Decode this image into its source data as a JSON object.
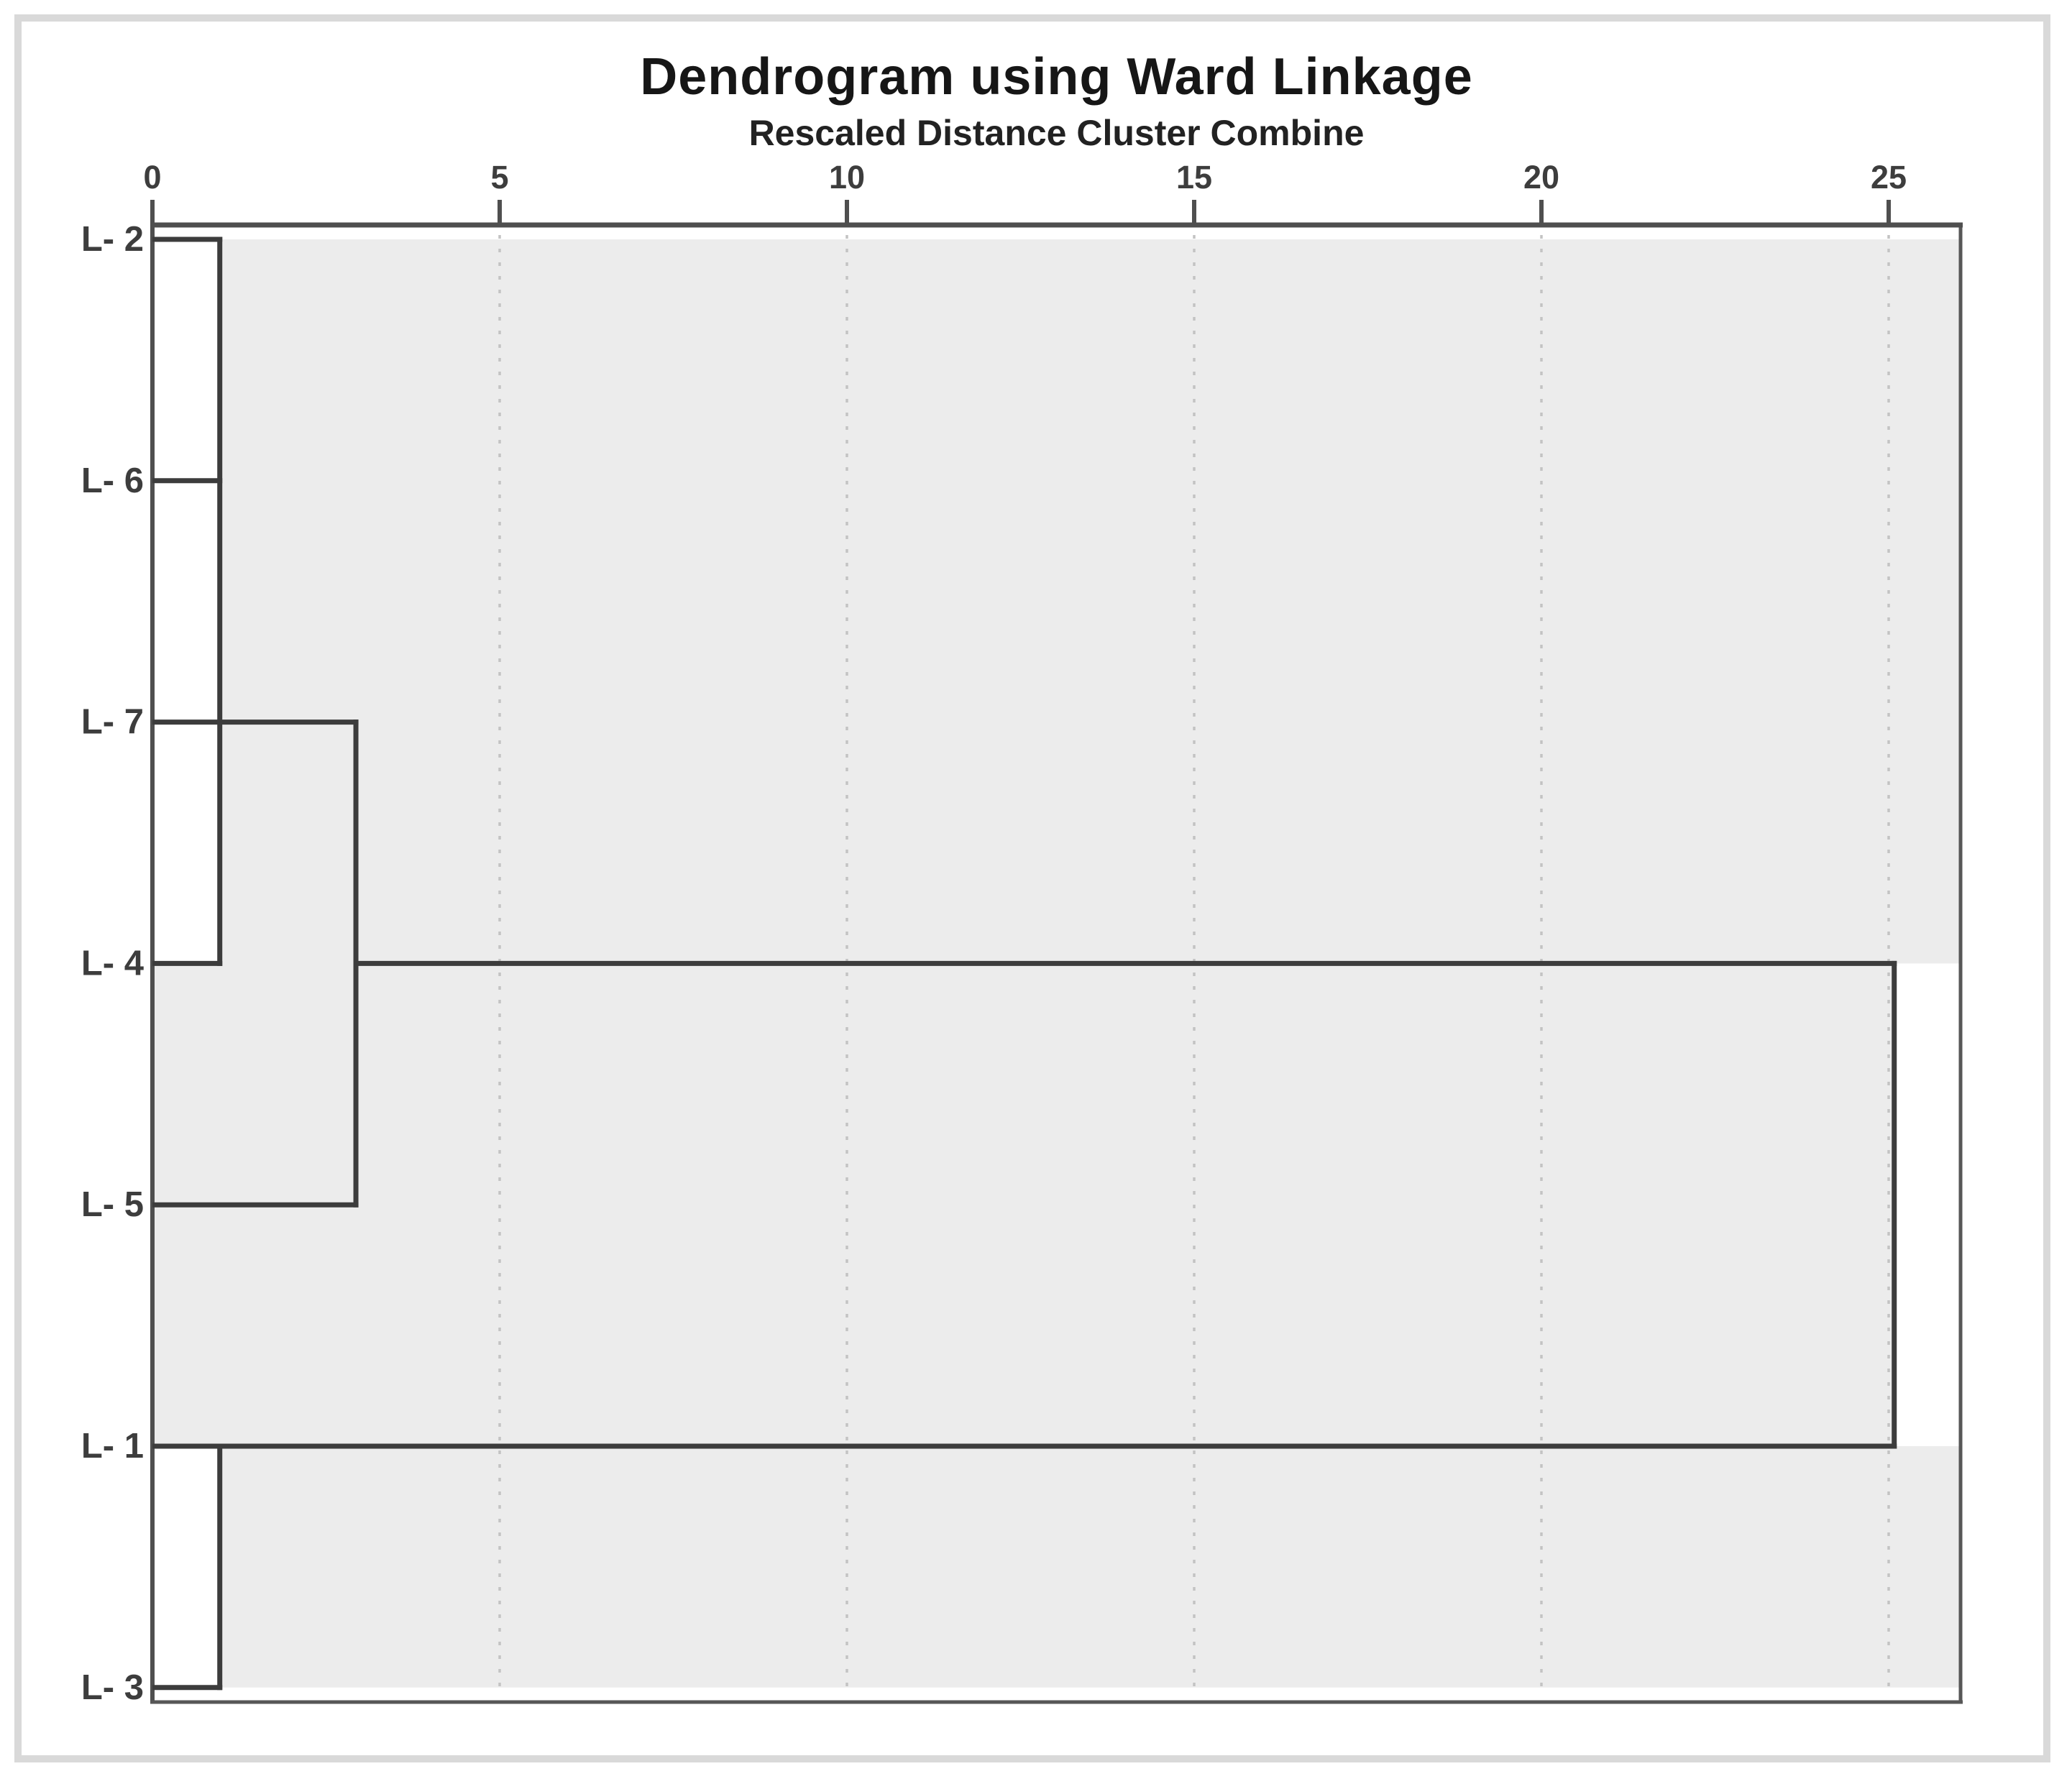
{
  "chart_data": {
    "type": "dendrogram",
    "title": "Dendrogram using Ward Linkage",
    "subtitle": "Rescaled Distance Cluster Combine",
    "orientation": "horizontal",
    "axis": {
      "position": "top",
      "min": 0,
      "max": 26,
      "ticks": [
        0,
        5,
        10,
        15,
        20,
        25
      ],
      "gridlines": "dotted"
    },
    "leaves": [
      {
        "id": "L-2",
        "label": "L- 2",
        "row": 0
      },
      {
        "id": "L-6",
        "label": "L- 6",
        "row": 1
      },
      {
        "id": "L-7",
        "label": "L- 7",
        "row": 2
      },
      {
        "id": "L-4",
        "label": "L- 4",
        "row": 3
      },
      {
        "id": "L-5",
        "label": "L- 5",
        "row": 4
      },
      {
        "id": "L-1",
        "label": "L- 1",
        "row": 5
      },
      {
        "id": "L-3",
        "label": "L- 3",
        "row": 6
      }
    ],
    "merges": [
      {
        "clusters": [
          "L-2",
          "L-6"
        ],
        "rescaled_distance": 1
      },
      {
        "clusters": [
          "L-2,L-6",
          "L-4"
        ],
        "rescaled_distance": 1
      },
      {
        "clusters": [
          "L-1",
          "L-3"
        ],
        "rescaled_distance": 1
      },
      {
        "clusters": [
          "L-2,L-6,L-4",
          "L-7"
        ],
        "rescaled_distance": 3
      },
      {
        "clusters": [
          "L-2,L-6,L-4,L-7",
          "L-5"
        ],
        "rescaled_distance": 3
      },
      {
        "clusters": [
          "L-2,L-6,L-4,L-7,L-5",
          "L-1,L-3"
        ],
        "rescaled_distance": 25
      }
    ],
    "segments": [
      {
        "kind": "h",
        "row": 0,
        "from": 0,
        "to": 0.97
      },
      {
        "kind": "h",
        "row": 1,
        "from": 0,
        "to": 0.97
      },
      {
        "kind": "v",
        "at": 0.97,
        "fromRow": 0,
        "toRow": 3
      },
      {
        "kind": "h",
        "row": 2,
        "from": 0,
        "to": 2.93
      },
      {
        "kind": "h",
        "row": 3,
        "from": 0,
        "to": 0.97
      },
      {
        "kind": "v",
        "at": 2.93,
        "fromRow": 2,
        "toRow": 4
      },
      {
        "kind": "h",
        "row": 4,
        "from": 0,
        "to": 2.93
      },
      {
        "kind": "h",
        "row": 3,
        "from": 2.93,
        "to": 25.08
      },
      {
        "kind": "h",
        "row": 5,
        "from": 0,
        "to": 25.08
      },
      {
        "kind": "v",
        "at": 0.97,
        "fromRow": 5,
        "toRow": 6
      },
      {
        "kind": "h",
        "row": 6,
        "from": 0,
        "to": 0.97
      },
      {
        "kind": "v",
        "at": 25.08,
        "fromRow": 3,
        "toRow": 5
      }
    ],
    "white_regions": [
      {
        "x1": 0,
        "x2": 0.97,
        "row1": 0,
        "row2": 3
      },
      {
        "x1": 0,
        "x2": 0.97,
        "row1": 5,
        "row2": 6
      },
      {
        "x1": 25.08,
        "x2": 26.04,
        "row1": 3,
        "row2": 5
      }
    ],
    "colors": {
      "tree_line": "#3c3c3c",
      "axis_line": "#4f4f4f",
      "border": "#575757",
      "plot_fill": "#ececec",
      "pocket_fill": "#ffffff",
      "gridline": "#c3c3c3",
      "frame": "#d9d9d9",
      "title_text": "#161616",
      "label_text": "#3d3d3d",
      "background": "#ffffff"
    }
  }
}
